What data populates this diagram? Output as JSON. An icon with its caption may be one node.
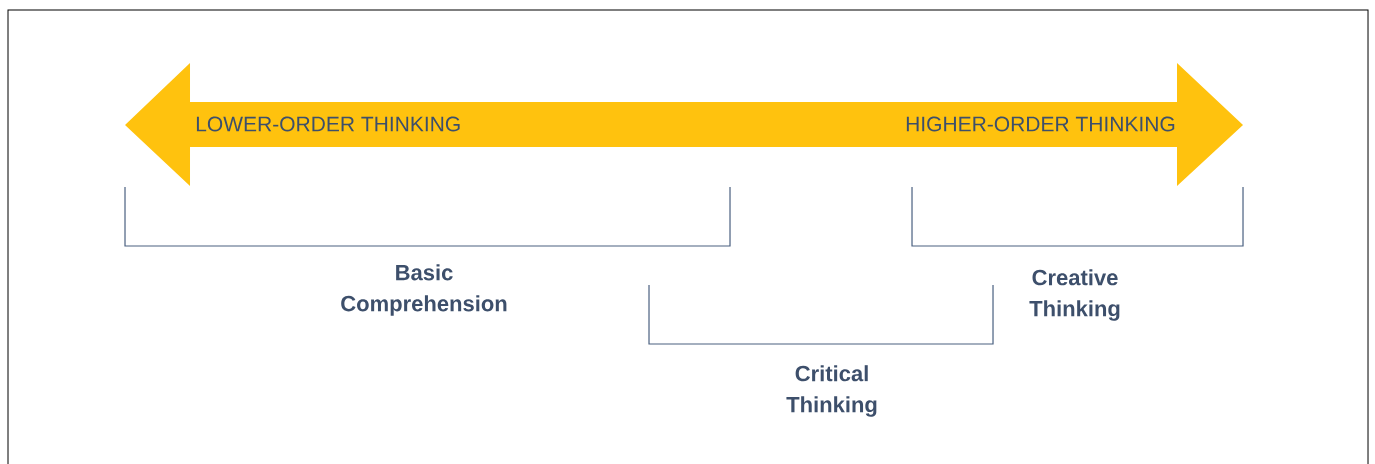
{
  "diagram": {
    "nodes": [
      {
        "text": [
          "LOWER-ORDER THINKING",
          "HIGHER-ORDER THINKING"
        ]
      }
    ],
    "labels": [
      "Basic Comprehension",
      "Creative Thinking",
      "Critical Thinking"
    ]
  }
}
